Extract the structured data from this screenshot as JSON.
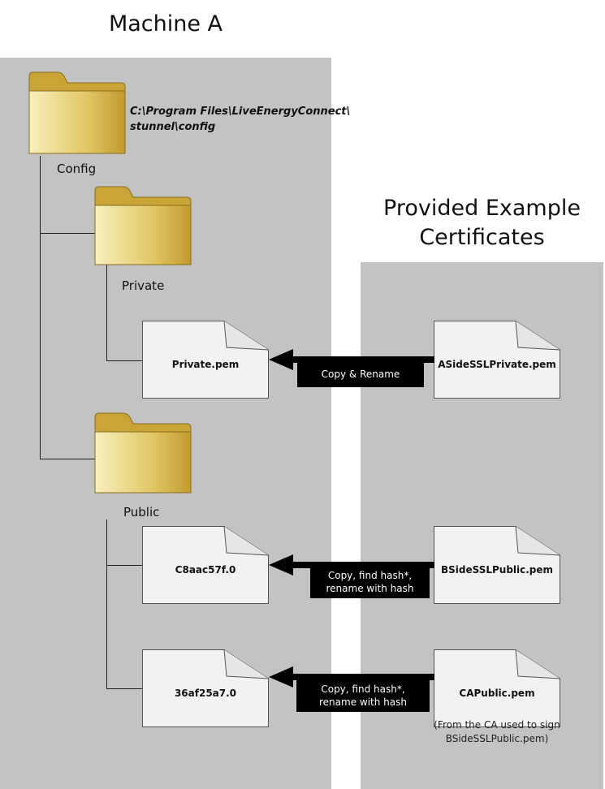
{
  "machine_a": {
    "title": "Machine A",
    "config_folder": {
      "label": "Config",
      "path": [
        "C:\\Program Files\\LiveEnergyConnect\\",
        "stunnel\\config"
      ]
    },
    "private_folder": {
      "label": "Private"
    },
    "public_folder": {
      "label": "Public"
    },
    "files": {
      "private": "Private.pem",
      "public_1": "C8aac57f.0",
      "public_2": "36af25a7.0"
    }
  },
  "examples": {
    "title": [
      "Provided Example",
      "Certificates"
    ],
    "files": {
      "aside_private": "ASideSSLPrivate.pem",
      "bside_public": "BSideSSLPublic.pem",
      "ca_public": "CAPublic.pem"
    },
    "ca_note": [
      "(From the CA used to sign",
      "BSideSSLPublic.pem)"
    ]
  },
  "arrows": {
    "copy_rename": "Copy & Rename",
    "copy_hash_1": [
      "Copy, find hash*,",
      "rename with hash"
    ],
    "copy_hash_2": [
      "Copy, find hash*,",
      "rename with hash"
    ]
  },
  "colors": {
    "panel": "#c3c3c3",
    "folder_gold": "#c9a538",
    "folder_light": "#f7efbe",
    "document": "#f2f2f2",
    "arrow": "#000000"
  }
}
